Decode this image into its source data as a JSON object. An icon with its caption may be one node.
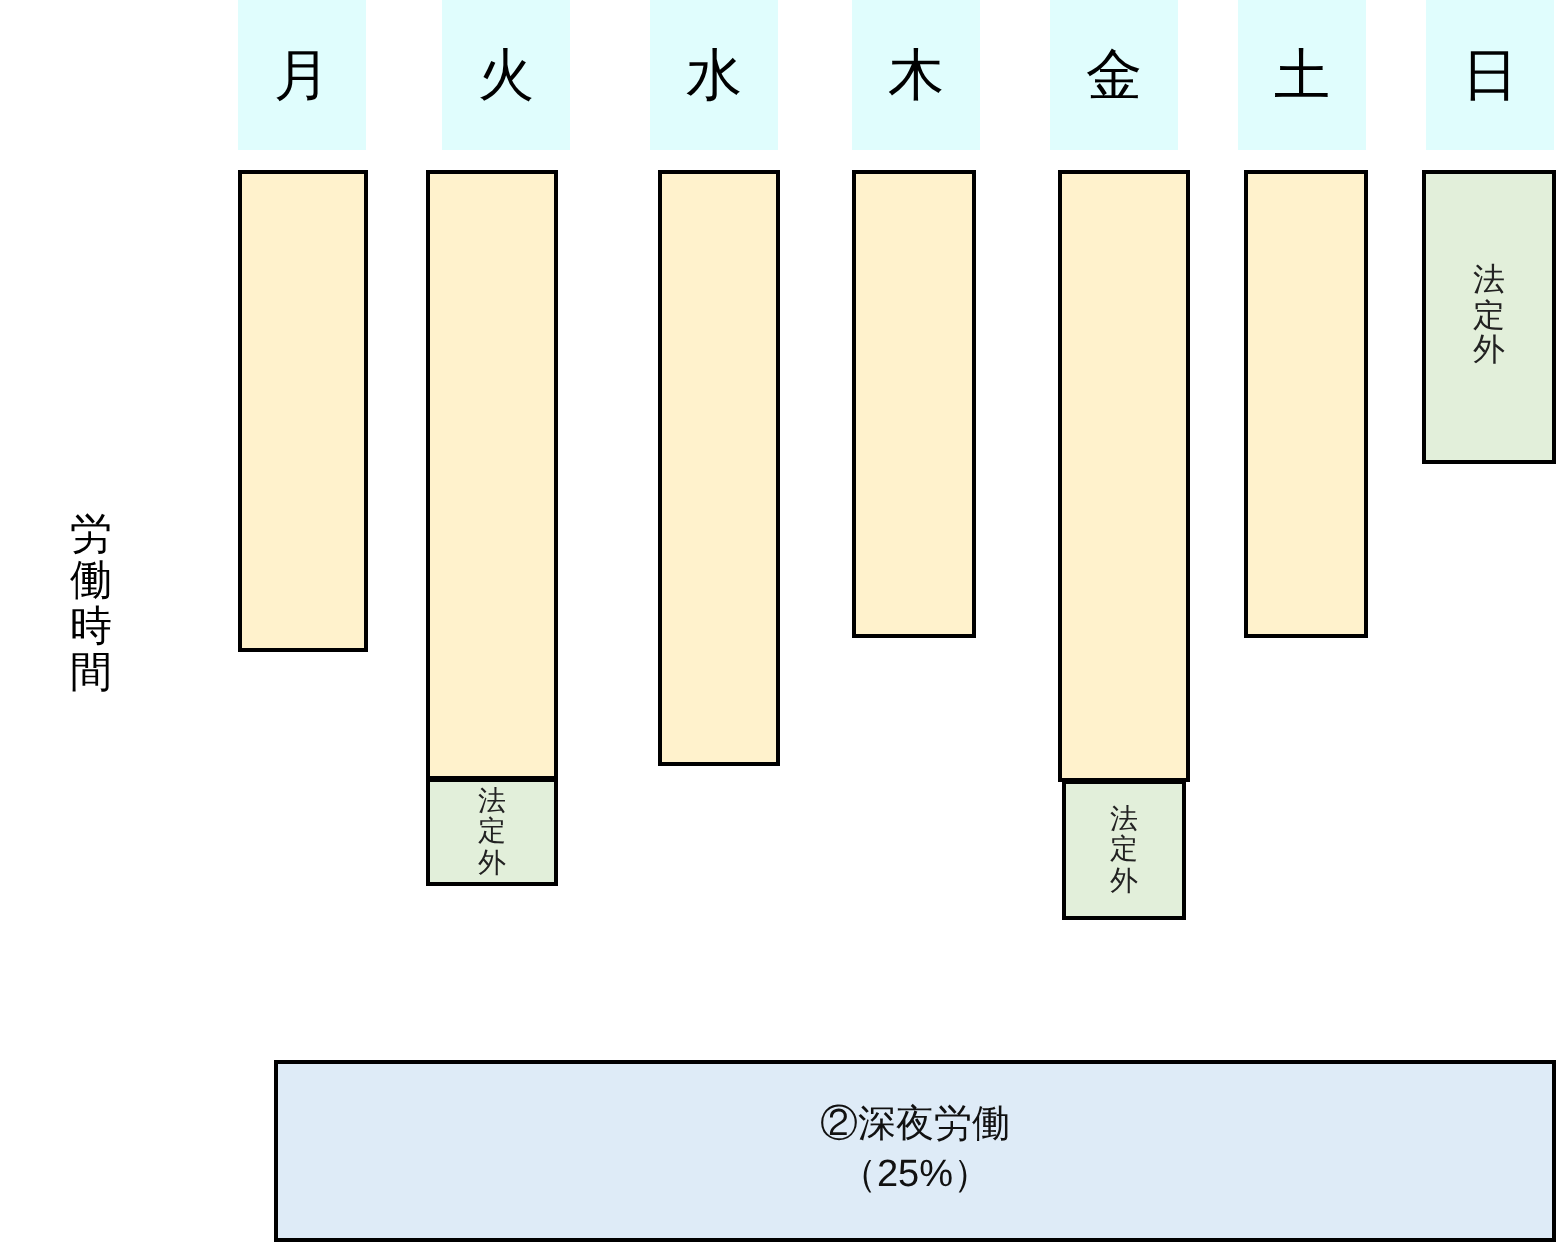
{
  "diagram": {
    "nodes": [
      {
        "text": [
          "月"
        ]
      },
      {
        "text": [
          "火"
        ]
      },
      {
        "text": [
          "水"
        ]
      },
      {
        "text": [
          "木"
        ]
      },
      {
        "text": [
          "金"
        ]
      },
      {
        "text": [
          "土"
        ]
      },
      {
        "text": [
          "日"
        ]
      },
      {
        "text": [],
        "shape": "bar"
      },
      {
        "text": [],
        "shape": "bar"
      },
      {
        "text": [],
        "shape": "bar"
      },
      {
        "text": [],
        "shape": "bar"
      },
      {
        "text": [],
        "shape": "bar"
      },
      {
        "text": [],
        "shape": "bar"
      },
      {
        "text": [
          "法定外"
        ]
      },
      {
        "text": [
          "法定外"
        ]
      },
      {
        "text": [
          "法定外"
        ]
      },
      {
        "text": [
          "②深夜労働",
          "（25%）"
        ]
      }
    ],
    "labels": [
      "労働時間"
    ]
  }
}
